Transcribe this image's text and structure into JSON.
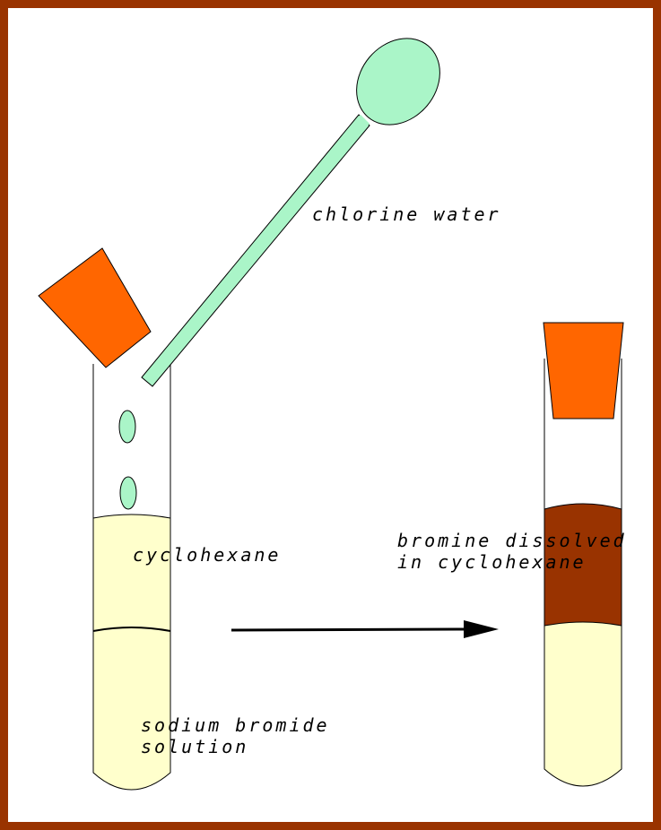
{
  "colors": {
    "border": "#993300",
    "stopper": "#ff6600",
    "chlorine_water": "#aaf5c8",
    "cyclohexane": "#ffffcc",
    "bromine_layer": "#993300",
    "outline": "#000000"
  },
  "labels": {
    "chlorine_water": "chlorine water",
    "cyclohexane": "cyclohexane",
    "sodium_bromide_line1": "sodium bromide",
    "sodium_bromide_line2": "solution",
    "bromine_line1": "bromine dissolved",
    "bromine_line2": "in cyclohexane"
  }
}
